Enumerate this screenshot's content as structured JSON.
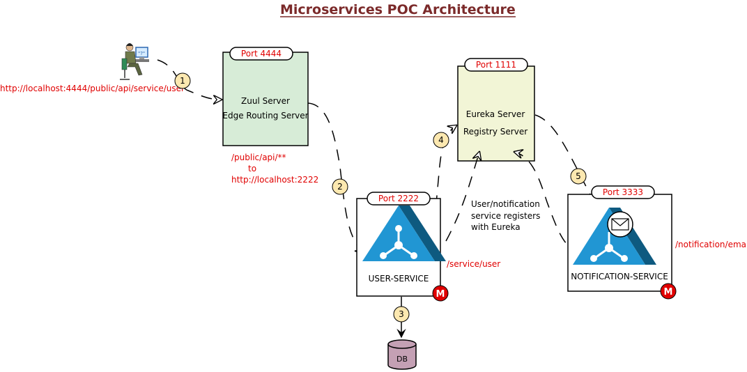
{
  "title": "Microservices POC Architecture",
  "client": {
    "url": "http://localhost:4444/public/api/service/user"
  },
  "zuul": {
    "port": "Port 4444",
    "line1": "Zuul Server",
    "line2": "Edge Routing Server"
  },
  "route": {
    "line1": "/public/api/**",
    "line2": "to",
    "line3": "http://localhost:2222"
  },
  "eureka": {
    "port": "Port 1111",
    "line1": "Eureka Server",
    "line2": "Registry Server"
  },
  "user_service": {
    "port": "Port 2222",
    "label": "USER-SERVICE",
    "endpoint": "/service/user",
    "badge": "M"
  },
  "notification_service": {
    "port": "Port 3333",
    "label": "NOTIFICATION-SERVICE",
    "endpoint": "/notification/email",
    "badge": "M"
  },
  "register_note": {
    "line1": "User/notification",
    "line2": "service registers",
    "line3": "with  Eureka"
  },
  "db": {
    "label": "DB"
  },
  "steps": [
    "1",
    "2",
    "3",
    "4",
    "5"
  ],
  "colors": {
    "title": "#7b2a2a",
    "red_text": "#e00000",
    "zuul_fill": "#d7ecd7",
    "eureka_fill": "#f2f5d6",
    "step_fill": "#fce8b0",
    "badge_fill": "#e00000",
    "service_icon": "#2196d3",
    "db_fill": "#c4a0b4"
  }
}
